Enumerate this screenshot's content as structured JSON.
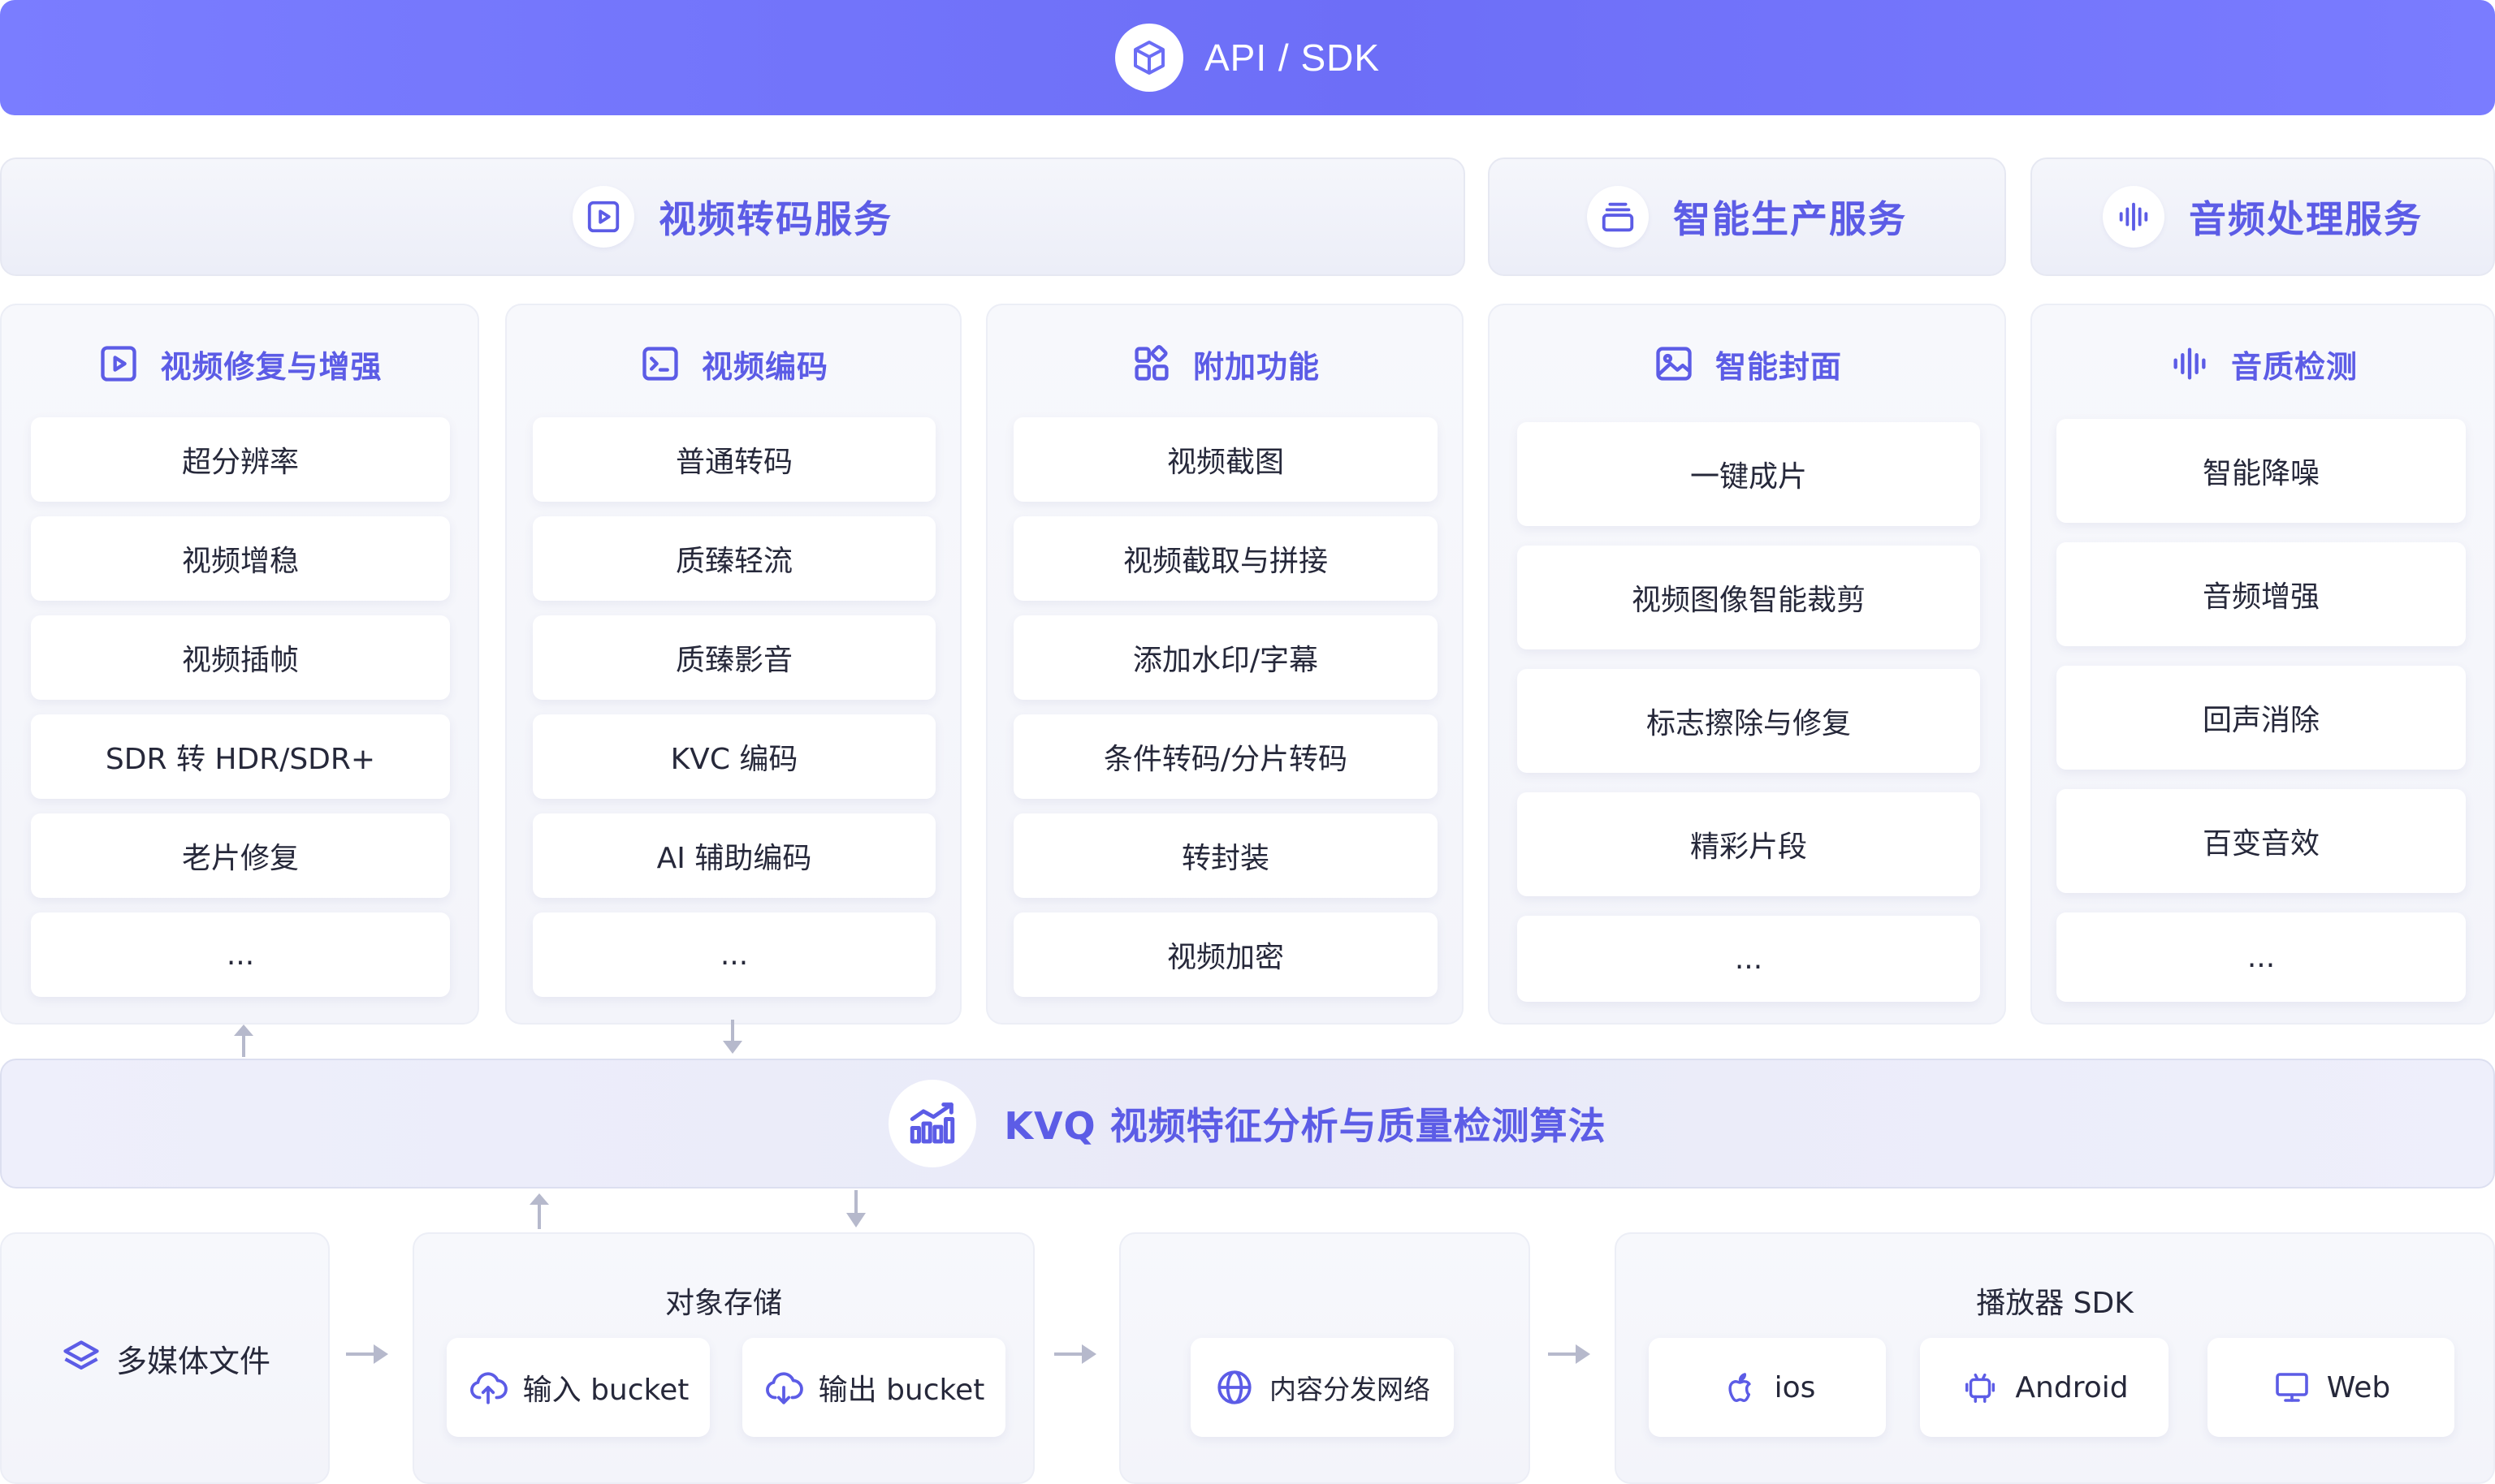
{
  "api_bar": {
    "title": "API  /  SDK",
    "icon": "cube-icon"
  },
  "services": [
    {
      "title": "视频转码服务",
      "icon": "video-play-icon"
    },
    {
      "title": "智能生产服务",
      "icon": "layers-stack-icon"
    },
    {
      "title": "音频处理服务",
      "icon": "audio-wave-icon"
    }
  ],
  "columns": [
    {
      "title": "视频修复与增强",
      "icon": "video-play-icon",
      "items": [
        "超分辨率",
        "视频增稳",
        "视频插帧",
        "SDR 转 HDR/SDR+",
        "老片修复",
        "..."
      ]
    },
    {
      "title": "视频编码",
      "icon": "terminal-icon",
      "items": [
        "普通转码",
        "质臻轻流",
        "质臻影音",
        "KVC 编码",
        "AI 辅助编码",
        "..."
      ]
    },
    {
      "title": "附加功能",
      "icon": "grid-apps-icon",
      "items": [
        "视频截图",
        "视频截取与拼接",
        "添加水印/字幕",
        "条件转码/分片转码",
        "转封装",
        "视频加密"
      ]
    },
    {
      "title": "智能封面",
      "icon": "image-icon",
      "items": [
        "一键成片",
        "视频图像智能裁剪",
        "标志擦除与修复",
        "精彩片段",
        "..."
      ]
    },
    {
      "title": "音质检测",
      "icon": "audio-wave-icon",
      "items": [
        "智能降噪",
        "音频增强",
        "回声消除",
        "百变音效",
        "..."
      ]
    }
  ],
  "kvq": {
    "title": "KVQ 视频特征分析与质量检测算法",
    "icon": "bar-chart-trend-icon"
  },
  "bottom": {
    "multimedia": {
      "label": "多媒体文件",
      "icon": "layers-icon"
    },
    "storage": {
      "title": "对象存储",
      "input": {
        "label": "输入 bucket",
        "icon": "cloud-upload-icon"
      },
      "output": {
        "label": "输出 bucket",
        "icon": "cloud-download-icon"
      }
    },
    "cdn": {
      "label": "内容分发网络",
      "icon": "globe-icon"
    },
    "player": {
      "title": "播放器 SDK",
      "platforms": [
        {
          "label": "ios",
          "icon": "apple-icon"
        },
        {
          "label": "Android",
          "icon": "android-icon"
        },
        {
          "label": "Web",
          "icon": "monitor-icon"
        }
      ]
    }
  },
  "colors": {
    "accent": "#5c5ce6",
    "api_bar": "#7174fb",
    "arrow": "#b6b9cc"
  }
}
